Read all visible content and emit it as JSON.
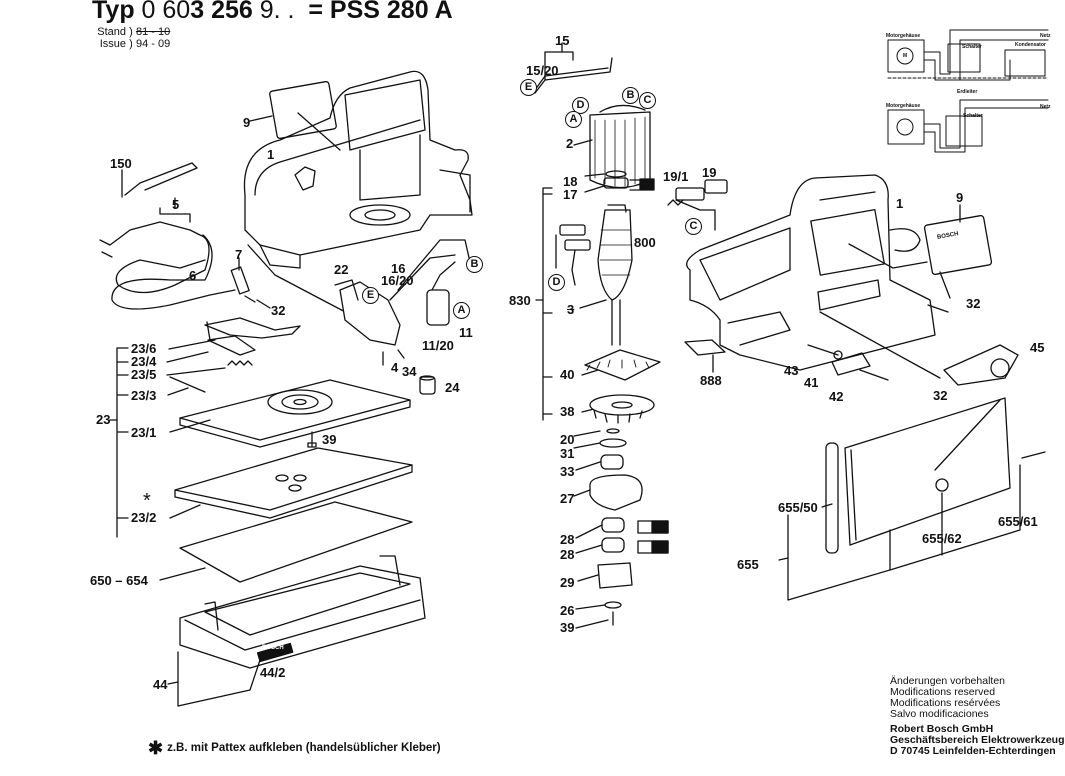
{
  "header": {
    "typ_label": "Typ",
    "typ_number_light": "0 60",
    "typ_number_bold": "3 256",
    "typ_suffix": " 9. .",
    "model": "= PSS 280 A",
    "stand_label": "Stand",
    "stand_value": "81 - 10",
    "issue_label": "Issue",
    "issue_value": "94 - 09"
  },
  "wiring": {
    "motor_housing_1": "Motorgehäuse",
    "switch_1": "Schalter",
    "capacitor": "Kondensator",
    "mains_1": "Netz",
    "ground": "Erdleiter",
    "motor_housing_2": "Motorgehäuse",
    "switch_2": "Schalter",
    "mains_2": "Netz",
    "motor_symbol": "M"
  },
  "callouts": {
    "p1_left": "1",
    "p9_left": "9",
    "p150": "150",
    "p5": "5",
    "p6": "6",
    "p7": "7",
    "p32_a": "32",
    "p22": "22",
    "p16": "16",
    "p16_20": "16/20",
    "p11": "11",
    "p11_20": "11/20",
    "p4": "4",
    "p34": "34",
    "p24": "24",
    "p39_left": "39",
    "p23": "23",
    "p23_6": "23/6",
    "p23_4": "23/4",
    "p23_5": "23/5",
    "p23_3": "23/3",
    "p23_1": "23/1",
    "p23_2": "23/2",
    "asterisk": "*",
    "p650_654": "650 – 654",
    "p44": "44",
    "p44_2": "44/2",
    "bosch_badge": "BOSCH",
    "p15": "15",
    "p15_20": "15/20",
    "p2": "2",
    "p18": "18",
    "p17": "17",
    "p19_1": "19/1",
    "p19": "19",
    "p800": "800",
    "p830": "830",
    "p3": "3",
    "p40": "40",
    "p38": "38",
    "p20": "20",
    "p31": "31",
    "p33": "33",
    "p27": "27",
    "p28_a": "28",
    "p28_b": "28",
    "p29": "29",
    "p26": "26",
    "p39_b": "39",
    "p1_right": "1",
    "p9_right": "9",
    "label_bosch": "BOSCH",
    "p32_b": "32",
    "p888": "888",
    "p43": "43",
    "p41": "41",
    "p42": "42",
    "p45": "45",
    "p32_c": "32",
    "p655": "655",
    "p655_50": "655/50",
    "p655_62": "655/62",
    "p655_61": "655/61"
  },
  "connectors": {
    "A_1": "A",
    "B_1": "B",
    "E_1": "E",
    "E_2": "E",
    "D_2": "D",
    "A_2": "A",
    "B_2": "B",
    "C_2": "C",
    "C_3": "C",
    "D_3": "D"
  },
  "footnote": {
    "star": "✱",
    "text": "z.B. mit Pattex aufkleben (handelsüblicher Kleber)"
  },
  "footer": {
    "line1": "Änderungen vorbehalten",
    "line2": "Modifications reserved",
    "line3": "Modifications resérvées",
    "line4": "Salvo modificaciones",
    "company": "Robert Bosch GmbH",
    "division": "Geschäftsbereich Elektrowerkzeuge",
    "address": "D 70745 Leinfelden-Echterdingen"
  }
}
